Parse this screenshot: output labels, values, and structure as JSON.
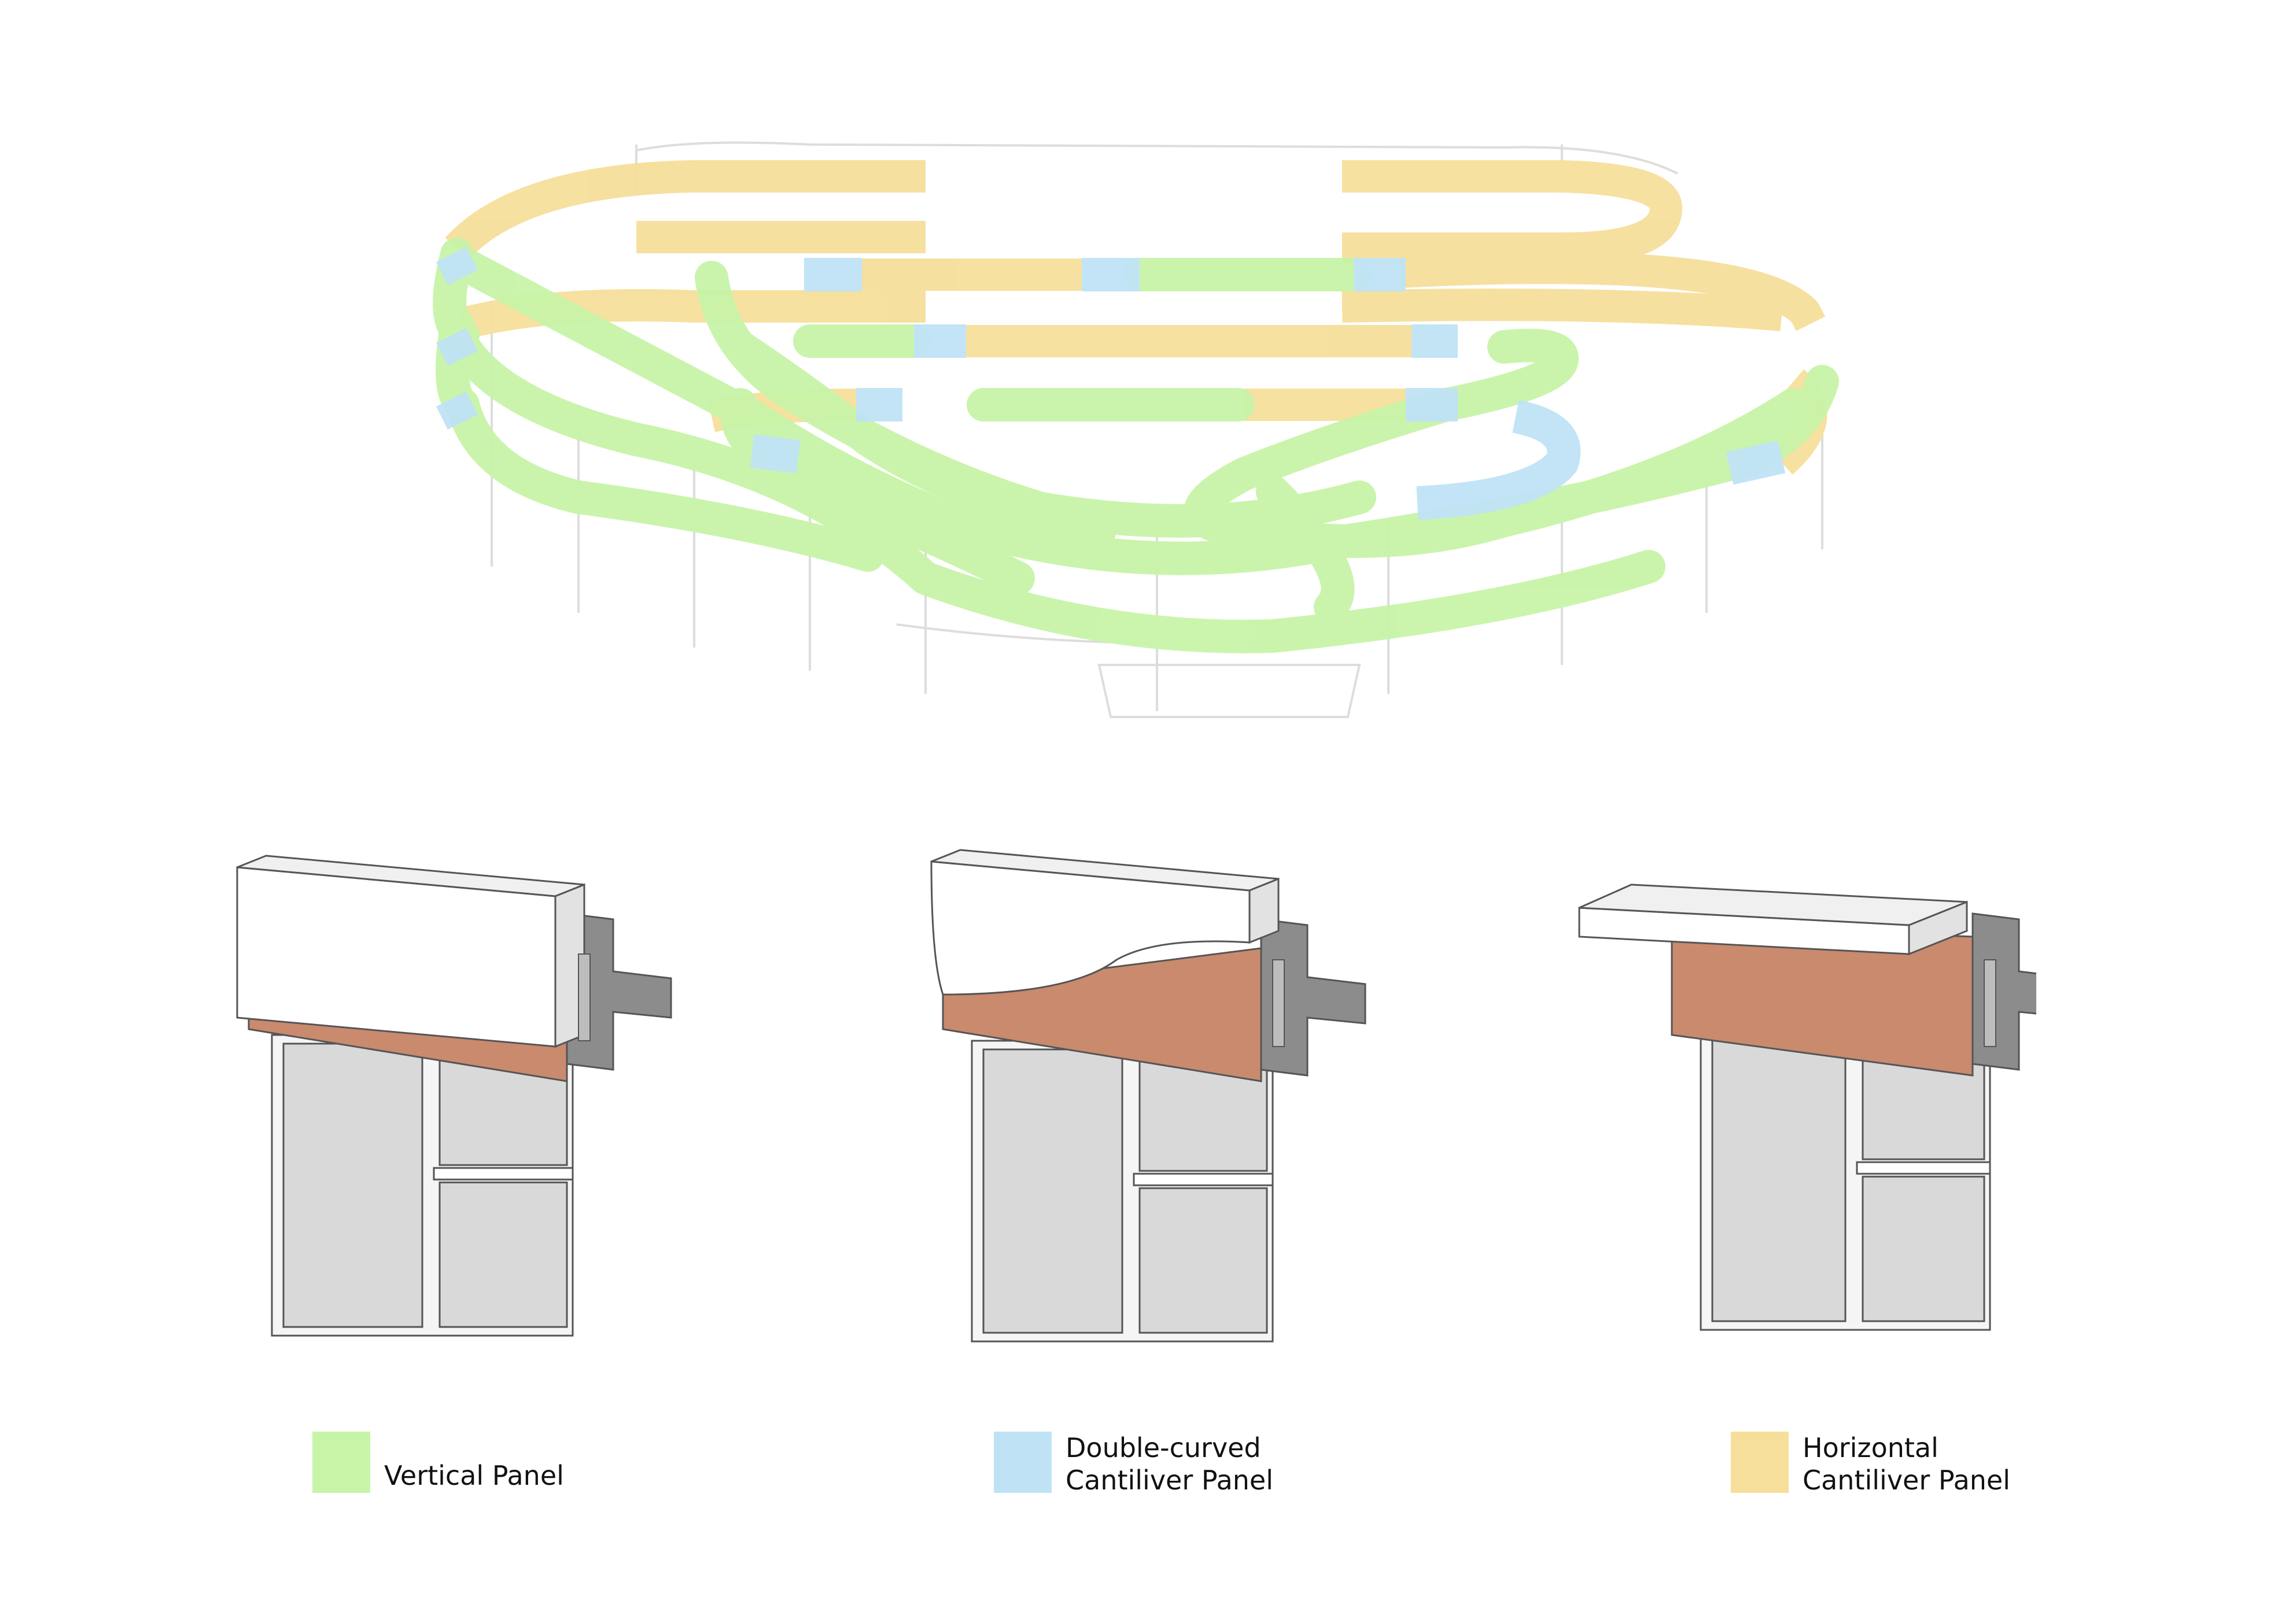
{
  "colors": {
    "vertical": "#c8f4a8",
    "double_curved": "#bfe3f5",
    "horizontal": "#f6df9b",
    "brick": "#c98a6e",
    "concrete": "#8c8c8c",
    "glass": "#d9d9d9",
    "frame": "#f5f5f5",
    "outline": "#555555"
  },
  "legend": [
    {
      "key": "vertical",
      "lines": [
        "Vertical Panel"
      ]
    },
    {
      "key": "double_curved",
      "lines": [
        "Double-curved",
        "Cantiliver Panel"
      ]
    },
    {
      "key": "horizontal",
      "lines": [
        "Horizontal",
        "Cantiliver Panel"
      ]
    }
  ],
  "details": [
    {
      "name": "vertical-panel-detail",
      "panel": "vertical"
    },
    {
      "name": "double-curved-panel-detail",
      "panel": "double_curved"
    },
    {
      "name": "horizontal-panel-detail",
      "panel": "horizontal"
    }
  ]
}
